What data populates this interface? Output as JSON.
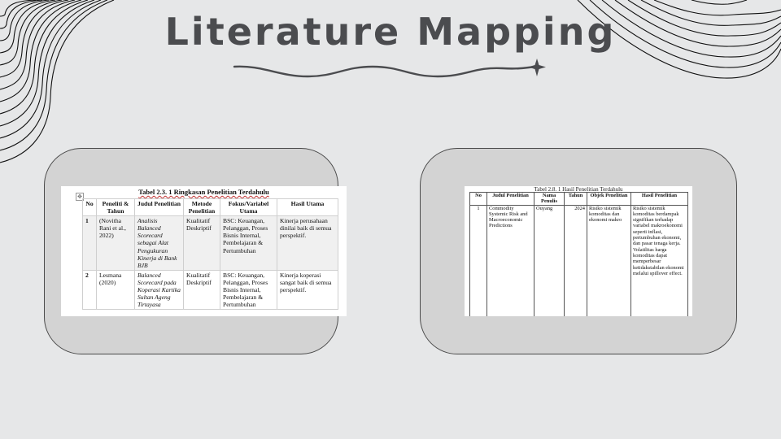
{
  "slide": {
    "title": "Literature Mapping",
    "background_color": "#e6e7e8",
    "title_color": "#4b4c4f",
    "card_color": "#d3d3d3"
  },
  "left_card": {
    "caption": "Tabel 2.3. 1 Ringkasan Penelitian Terdahulu",
    "move_handle_icon": "✥",
    "headers": [
      "No",
      "Peneliti & Tahun",
      "Judul Penelitian",
      "Metode Penelitian",
      "Fokus/Variabel Utama",
      "Hasil Utama"
    ],
    "rows": [
      {
        "no": "1",
        "peneliti": "(Novitha Rani et al., 2022)",
        "judul": "Analisis Balanced Scorecard sebagai Alat Pengukuran Kinerja di Bank BJB",
        "metode": "Kualitatif Deskriptif",
        "fokus": "BSC: Keuangan, Pelanggan, Proses Bisnis Internal, Pembelajaran & Pertumbuhan",
        "hasil": "Kinerja perusahaan dinilai baik di semua perspektif."
      },
      {
        "no": "2",
        "peneliti": "Lesmana (2020)",
        "judul": "Balanced Scorecard pada Koperasi Kartika Sultan Ageng Tirtayasa",
        "metode": "Kualitatif Deskriptif",
        "fokus": "BSC: Keuangan, Pelanggan, Proses Bisnis Internal, Pembelajaran & Pertumbuhan",
        "hasil": "Kinerja koperasi sangat baik di semua perspektif."
      }
    ]
  },
  "right_card": {
    "caption": "Tabel 2.8. 1 Hasil Penelitian Terdahulu",
    "headers": [
      "No",
      "Judul Penelitian",
      "Nama Penulis",
      "Tahun",
      "Objek Penelitian",
      "Hasil Penelitian"
    ],
    "rows": [
      {
        "no": "1",
        "judul": "Commodity Systemic Risk and Macroeconomic Predictions",
        "penulis": "Ouyang",
        "tahun": "2024",
        "objek": "Risiko sistemik komoditas dan ekonomi makro",
        "hasil": "Risiko sistemik komoditas berdampak signifikan terhadap variabel makroekonomi seperti inflasi, pertumbuhan ekonomi, dan pasar tenaga kerja. Volatilitas harga komoditas dapat memperbesar ketidakstabilan ekonomi melalui spillover effect."
      }
    ]
  }
}
